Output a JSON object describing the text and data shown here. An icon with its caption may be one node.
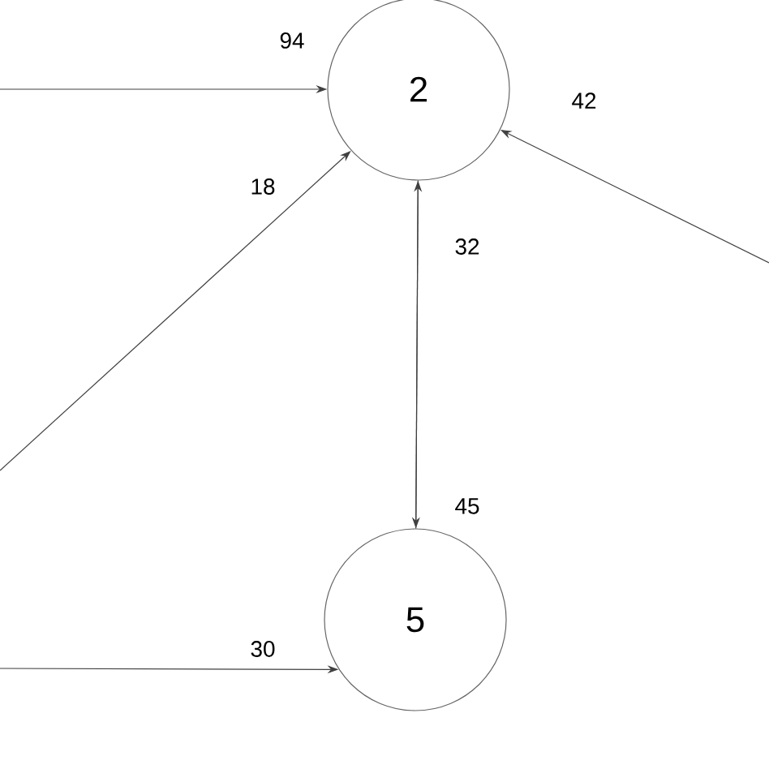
{
  "diagram": {
    "nodes": [
      {
        "text": [
          "2"
        ]
      },
      {
        "text": [
          "5"
        ]
      }
    ],
    "edges": [
      {
        "from": null,
        "to": 0,
        "arrow": "to",
        "label": "94"
      },
      {
        "from": null,
        "to": 0,
        "arrow": "to",
        "label": "18"
      },
      {
        "from": null,
        "to": 0,
        "arrow": "to",
        "label": "42"
      },
      {
        "from": 1,
        "to": 0,
        "arrow": "to",
        "label": "32"
      },
      {
        "from": 0,
        "to": 1,
        "arrow": "to",
        "label": "45"
      },
      {
        "from": null,
        "to": 1,
        "arrow": "to",
        "label": "30"
      }
    ]
  }
}
